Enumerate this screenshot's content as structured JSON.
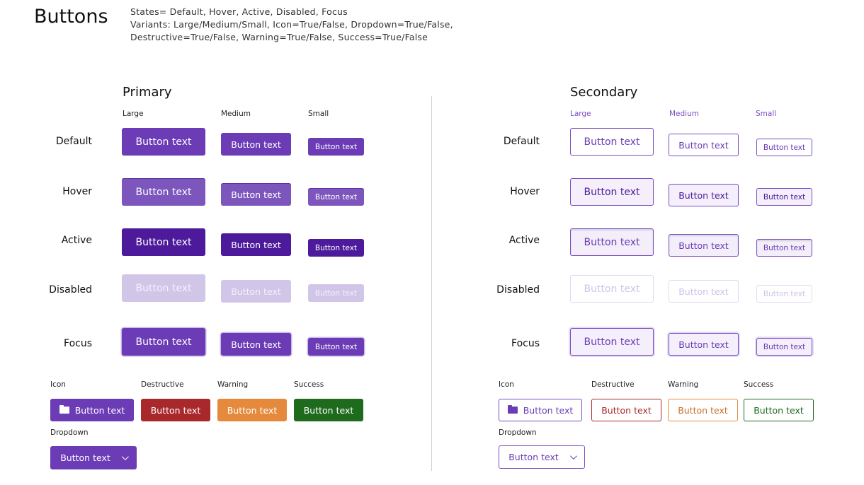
{
  "title": "Buttons",
  "meta": {
    "line1": "States= Default, Hover, Active, Disabled, Focus",
    "line2": "Variants: Large/Medium/Small, Icon=True/False, Dropdown=True/False,",
    "line3": "Destructive=True/False, Warning=True/False, Success=True/False"
  },
  "button_text": "Button text",
  "states": {
    "default": "Default",
    "hover": "Hover",
    "active": "Active",
    "disabled": "Disabled",
    "focus": "Focus"
  },
  "primary": {
    "title": "Primary",
    "sizes": {
      "large": "Large",
      "medium": "Medium",
      "small": "Small"
    },
    "variants": {
      "icon": "Icon",
      "destructive": "Destructive",
      "warning": "Warning",
      "success": "Success",
      "dropdown": "Dropdown"
    }
  },
  "secondary": {
    "title": "Secondary",
    "sizes": {
      "large": "Large",
      "medium": "Medium",
      "small": "Small"
    },
    "variants": {
      "icon": "Icon",
      "destructive": "Destructive",
      "warning": "Warning",
      "success": "Success",
      "dropdown": "Dropdown"
    }
  },
  "icons": {
    "folder": "folder-icon",
    "dropdown": "chevron-down-icon"
  },
  "colors": {
    "brand": "#6b3cb5",
    "brand_hover": "#7d56bd",
    "brand_active": "#4c1a9a",
    "brand_disabled": "#d2c6e8",
    "destructive": "#a8282b",
    "warning": "#e58a3c",
    "success": "#1e6b1e",
    "size_label_secondary": "#7a4cc3"
  }
}
